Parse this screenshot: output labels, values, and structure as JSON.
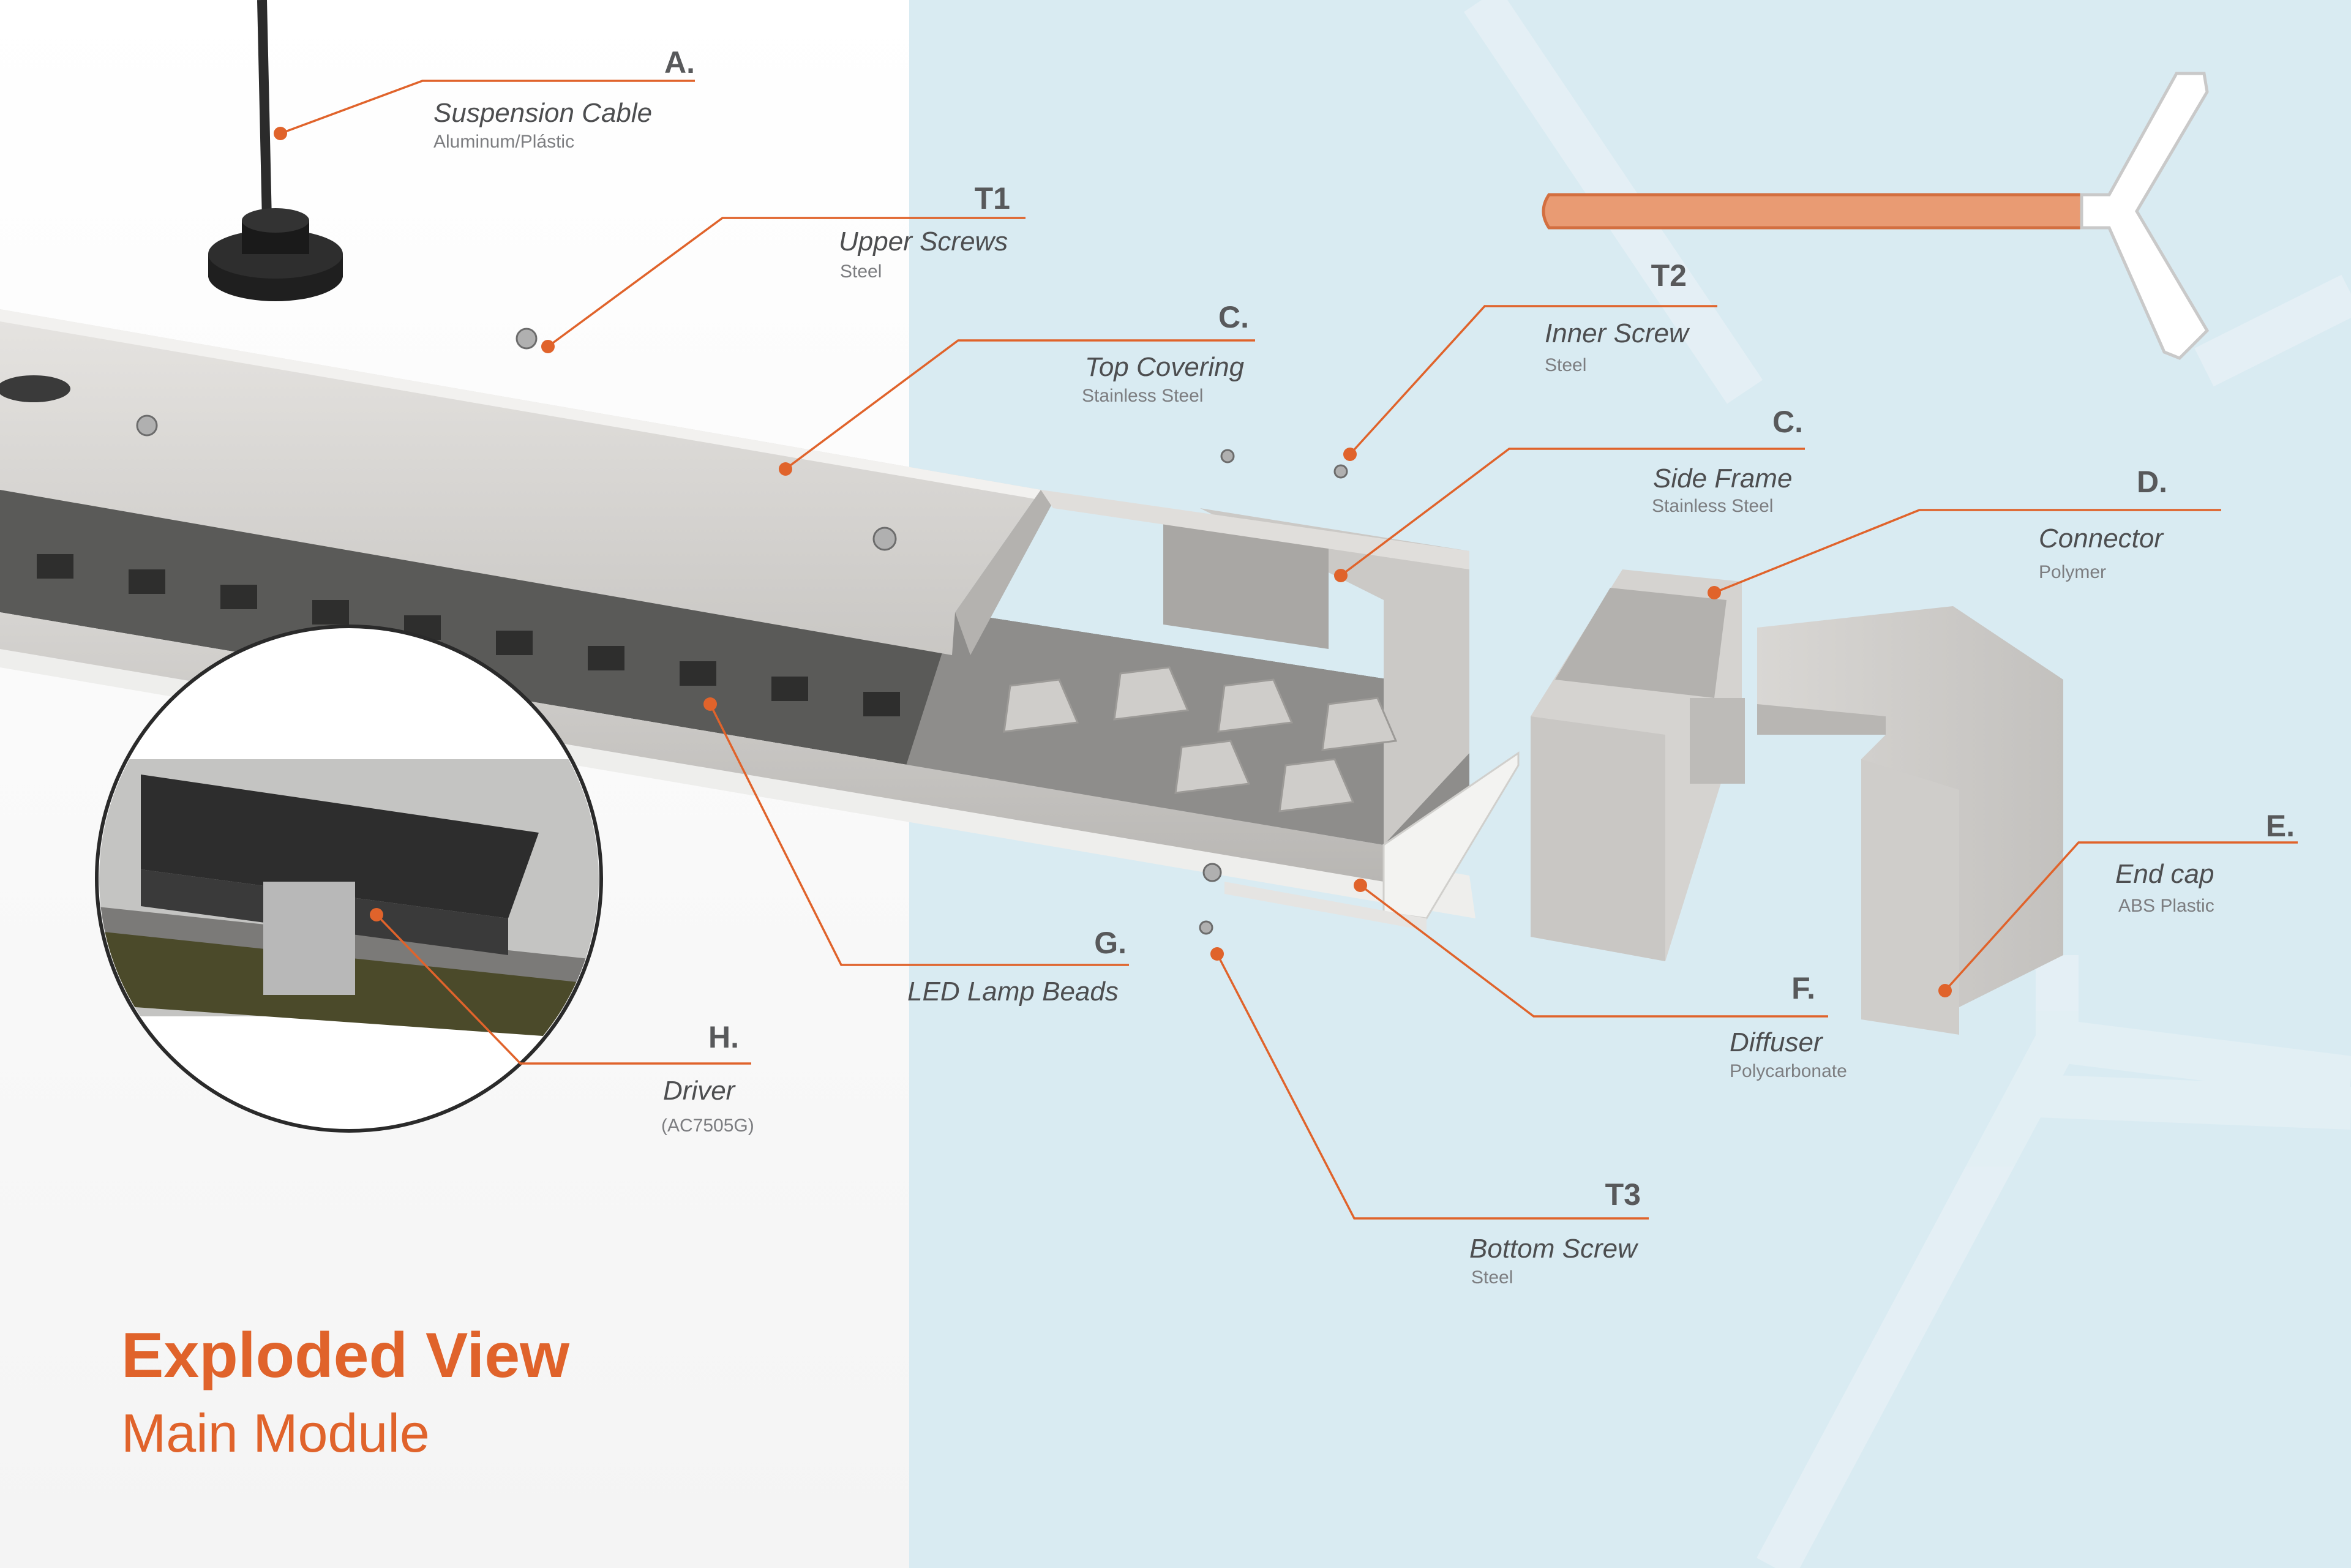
{
  "title": "Exploded View",
  "subtitle": "Main Module",
  "accent_color": "#e0632b",
  "background_color": "#d9ebf2",
  "callouts": [
    {
      "code": "A.",
      "name": "Suspension Cable",
      "material": "Aluminum/Plástic"
    },
    {
      "code": "T1",
      "name": "Upper Screws",
      "material": "Steel"
    },
    {
      "code": "C.",
      "name": "Top Covering",
      "material": "Stainless Steel"
    },
    {
      "code": "T2",
      "name": "Inner Screw",
      "material": "Steel"
    },
    {
      "code": "C.",
      "name": "Side Frame",
      "material": "Stainless Steel"
    },
    {
      "code": "D.",
      "name": "Connector",
      "material": "Polymer"
    },
    {
      "code": "E.",
      "name": "End cap",
      "material": "ABS Plastic"
    },
    {
      "code": "F.",
      "name": "Diffuser",
      "material": "Polycarbonate"
    },
    {
      "code": "G.",
      "name": "LED Lamp Beads",
      "material": ""
    },
    {
      "code": "H.",
      "name": "Driver",
      "material": "(AC7505G)"
    },
    {
      "code": "T3",
      "name": "Bottom Screw",
      "material": "Steel"
    }
  ]
}
